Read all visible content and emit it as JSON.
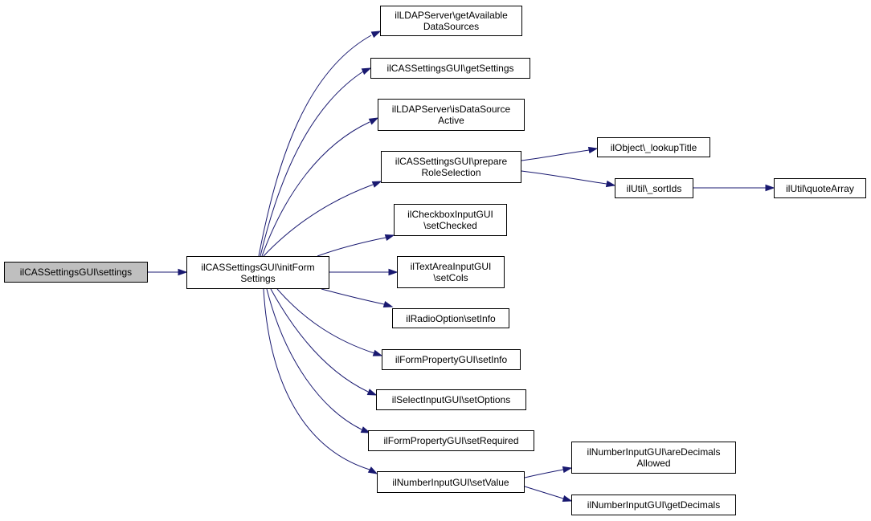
{
  "colors": {
    "edge": "#191970",
    "root_fill": "#bfbfbf",
    "node_fill": "#ffffff",
    "node_border": "#000000"
  },
  "nodes": {
    "root": "ilCASSettingsGUI\\settings",
    "initFormSettings": "ilCASSettingsGUI\\initForm\nSettings",
    "getAvailableDataSources": "ilLDAPServer\\getAvailable\nDataSources",
    "getSettings": "ilCASSettingsGUI\\getSettings",
    "isDataSourceActive": "ilLDAPServer\\isDataSource\nActive",
    "prepareRoleSelection": "ilCASSettingsGUI\\prepare\nRoleSelection",
    "setChecked": "ilCheckboxInputGUI\n\\setChecked",
    "setCols": "ilTextAreaInputGUI\n\\setCols",
    "radioSetInfo": "ilRadioOption\\setInfo",
    "formPropSetInfo": "ilFormPropertyGUI\\setInfo",
    "setOptions": "ilSelectInputGUI\\setOptions",
    "setRequired": "ilFormPropertyGUI\\setRequired",
    "setValue": "ilNumberInputGUI\\setValue",
    "lookupTitle": "ilObject\\_lookupTitle",
    "sortIds": "ilUtil\\_sortIds",
    "quoteArray": "ilUtil\\quoteArray",
    "areDecimalsAllowed": "ilNumberInputGUI\\areDecimals\nAllowed",
    "getDecimals": "ilNumberInputGUI\\getDecimals"
  },
  "edges": [
    [
      "root",
      "initFormSettings"
    ],
    [
      "initFormSettings",
      "getAvailableDataSources"
    ],
    [
      "initFormSettings",
      "getSettings"
    ],
    [
      "initFormSettings",
      "isDataSourceActive"
    ],
    [
      "initFormSettings",
      "prepareRoleSelection"
    ],
    [
      "initFormSettings",
      "setChecked"
    ],
    [
      "initFormSettings",
      "setCols"
    ],
    [
      "initFormSettings",
      "radioSetInfo"
    ],
    [
      "initFormSettings",
      "formPropSetInfo"
    ],
    [
      "initFormSettings",
      "setOptions"
    ],
    [
      "initFormSettings",
      "setRequired"
    ],
    [
      "initFormSettings",
      "setValue"
    ],
    [
      "prepareRoleSelection",
      "lookupTitle"
    ],
    [
      "prepareRoleSelection",
      "sortIds"
    ],
    [
      "sortIds",
      "quoteArray"
    ],
    [
      "setValue",
      "areDecimalsAllowed"
    ],
    [
      "setValue",
      "getDecimals"
    ]
  ]
}
